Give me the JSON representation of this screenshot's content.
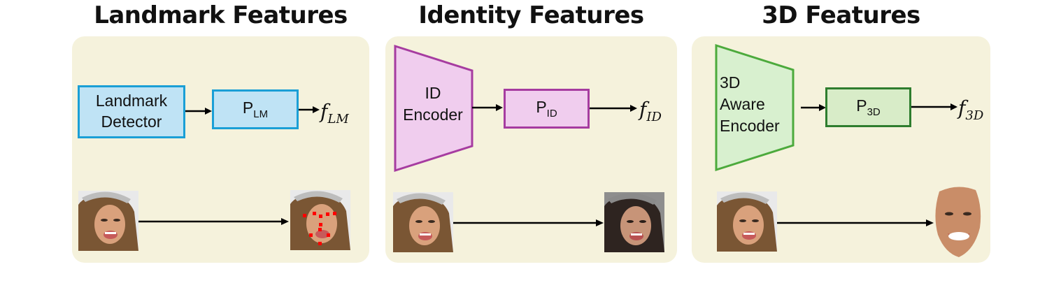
{
  "panels": [
    {
      "title": "Landmark Features",
      "color": "#1a9fd6",
      "fill": "#bfe3f5",
      "module": "Landmark Detector",
      "module_line1": "Landmark",
      "module_line2": "Detector",
      "projector": {
        "main": "P",
        "sub": "LM"
      },
      "output": {
        "main": "f",
        "sub": "LM"
      },
      "input_image": "face-photo",
      "output_image": "face-photo-with-landmarks"
    },
    {
      "title": "Identity Features",
      "color": "#a63ca0",
      "fill": "#f0cdee",
      "module": "ID Encoder",
      "module_line1": "ID",
      "module_line2": "Encoder",
      "projector": {
        "main": "P",
        "sub": "ID"
      },
      "output": {
        "main": "f",
        "sub": "ID"
      },
      "input_image": "face-photo",
      "output_image": "face-photo-darkened"
    },
    {
      "title": "3D Features",
      "color": "#4caa3c",
      "fill": "#d8f0cf",
      "module": "3D Aware Encoder",
      "module_line1": "3D",
      "module_line2": "Aware",
      "module_line3": "Encoder",
      "projector": {
        "main": "P",
        "sub": "3D"
      },
      "projector_border": "#2e7d2e",
      "output": {
        "main": "f",
        "sub": "3D"
      },
      "input_image": "face-photo",
      "output_image": "3d-face-mesh-render"
    }
  ],
  "colors": {
    "panel_bg": "#f5f2dc",
    "arrow": "#000000",
    "landmark_dot": "#ff0000"
  }
}
